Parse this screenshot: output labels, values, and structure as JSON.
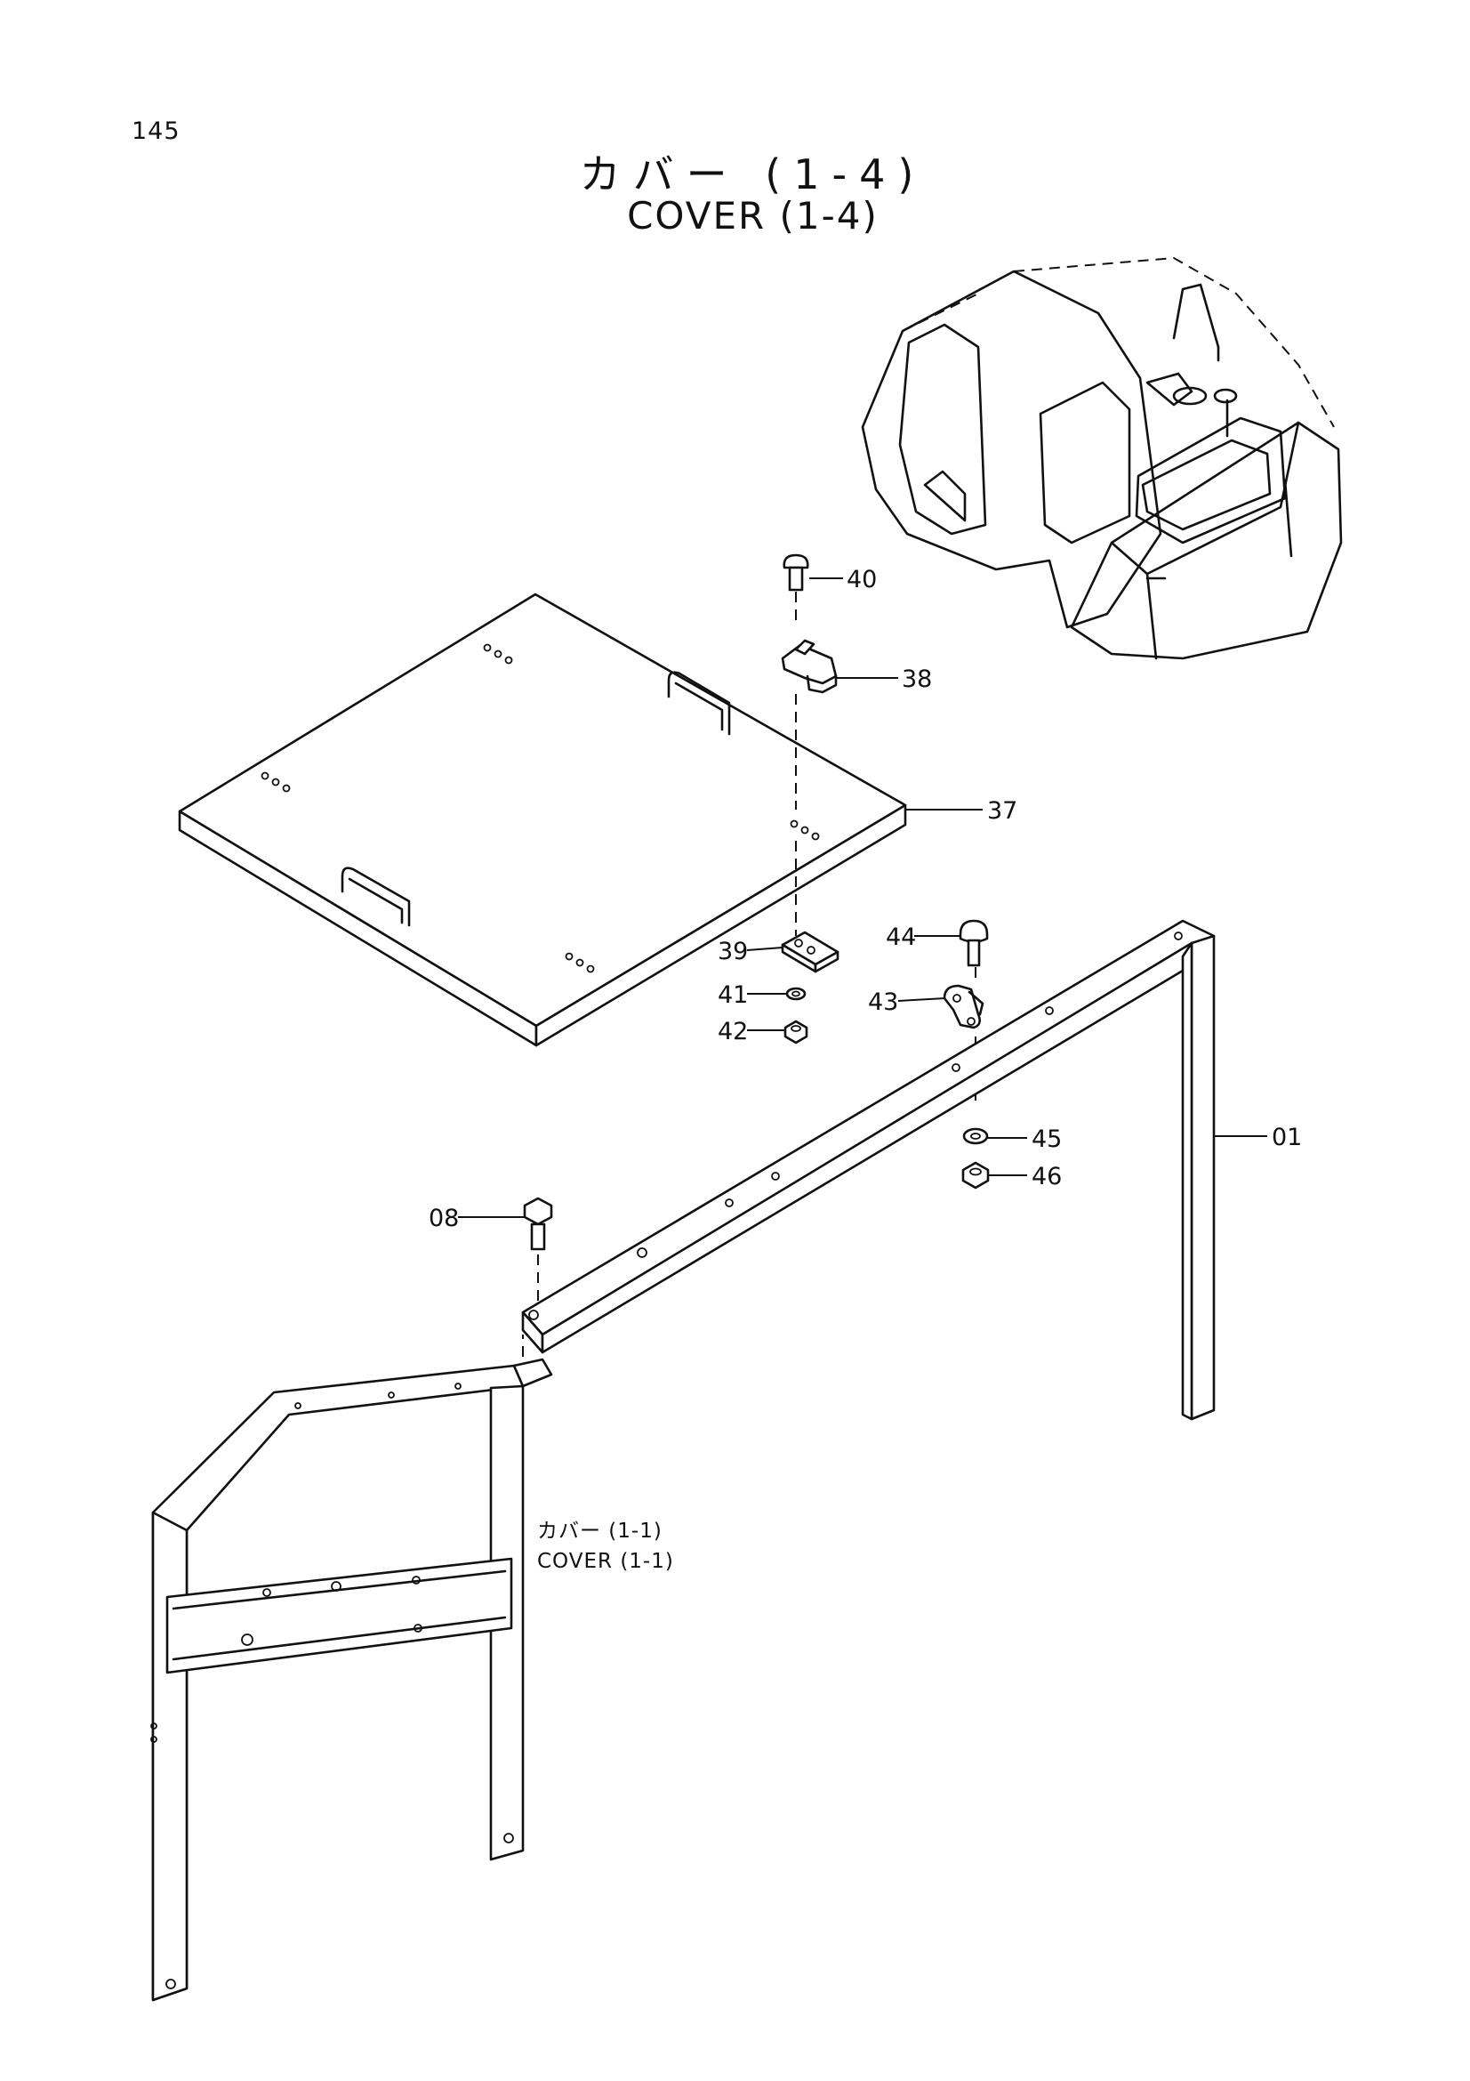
{
  "page_number": "145",
  "title": {
    "jp": "カバー (1-4)",
    "en": "COVER (1-4)"
  },
  "reference": {
    "jp": "カバー (1-1)",
    "en": "COVER (1-1)"
  },
  "callouts": {
    "p40": "40",
    "p38": "38",
    "p37": "37",
    "p39": "39",
    "p41": "41",
    "p42": "42",
    "p44": "44",
    "p43": "43",
    "p45": "45",
    "p46": "46",
    "p01": "01",
    "p08": "08"
  },
  "icons": {
    "excavator": "excavator-overview-icon",
    "cover_plate": "cover-plate-icon",
    "frame": "frame-icon",
    "bolt": "bolt-icon",
    "latch": "latch-icon",
    "nut": "nut-icon",
    "washer": "washer-icon"
  }
}
